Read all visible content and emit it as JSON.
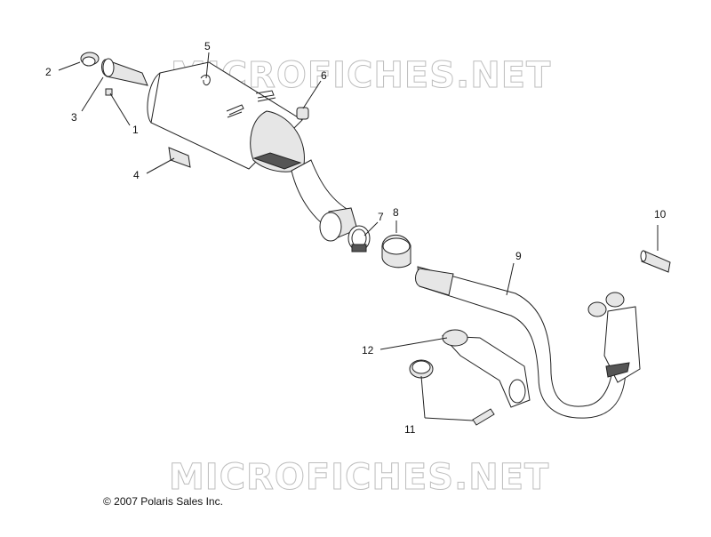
{
  "watermark_text": "MICROFICHES.NET",
  "copyright": "© 2007 Polaris Sales Inc.",
  "callouts": [
    "1",
    "2",
    "3",
    "4",
    "5",
    "6",
    "7",
    "8",
    "9",
    "10",
    "11",
    "12"
  ]
}
